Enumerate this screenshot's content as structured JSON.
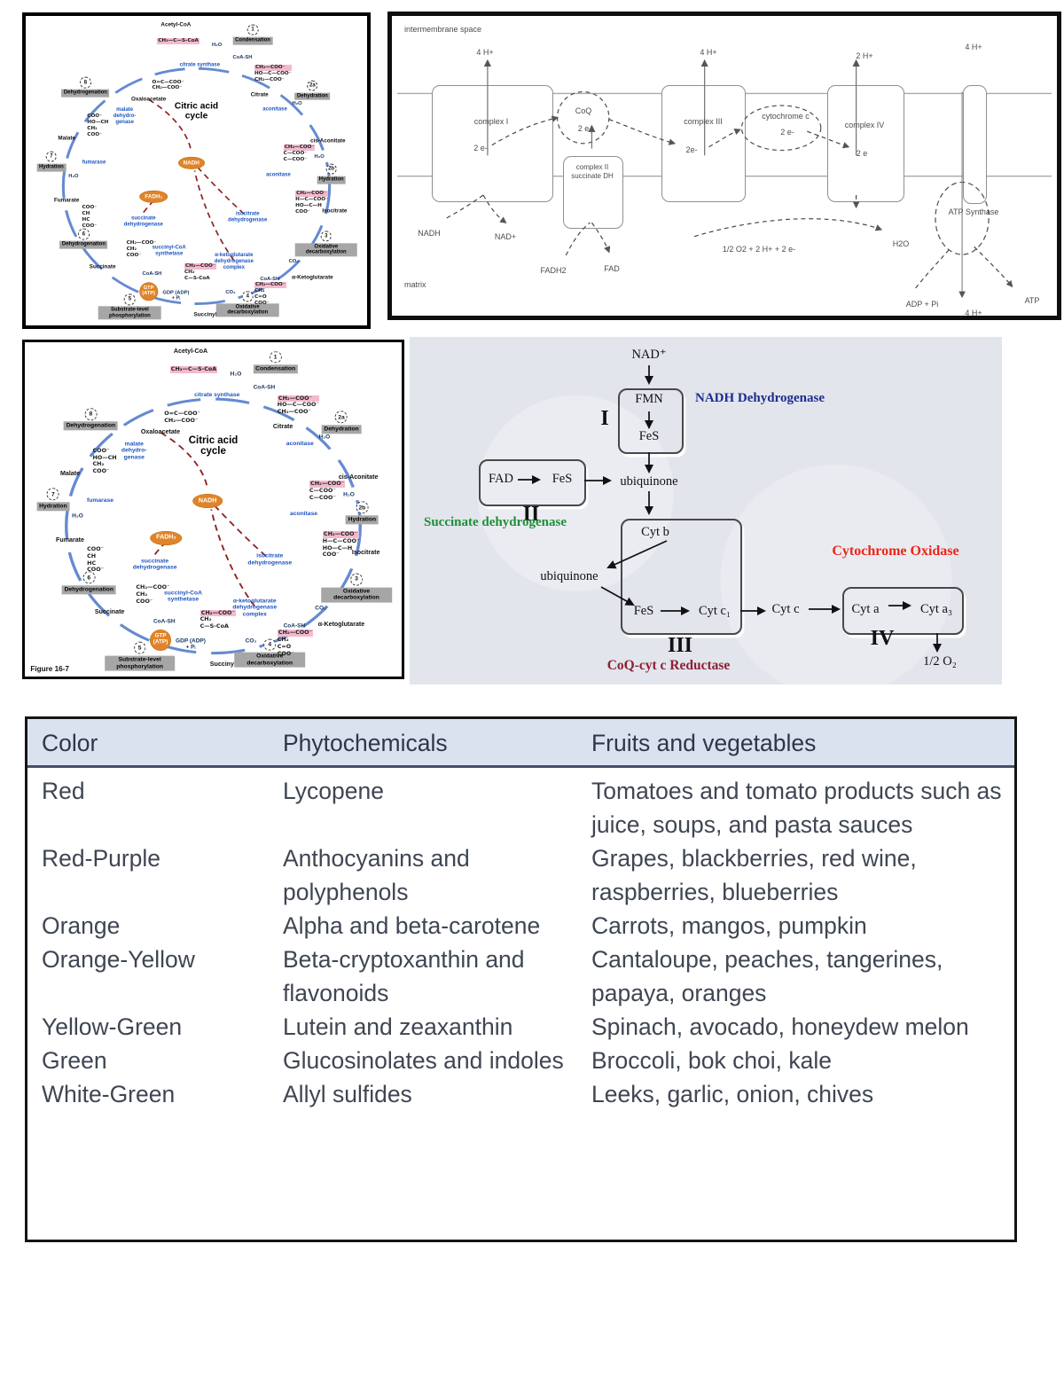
{
  "cycle": {
    "title": "Citric acid cycle",
    "figure_caption": "Figure 16-7",
    "metabolites": {
      "acetyl_coa": "Acetyl-CoA",
      "oxaloacetate": "Oxaloacetate",
      "citrate": "Citrate",
      "cis_aconitate": "cis-Aconitate",
      "isocitrate": "Isocitrate",
      "alpha_ketoglutarate": "α-Ketoglutarate",
      "succinyl_coa": "Succinyl CoA",
      "succinate": "Succinate",
      "fumarate": "Fumarate",
      "malate": "Malate"
    },
    "steps": [
      {
        "num": "1",
        "label": "Condensation"
      },
      {
        "num": "2a",
        "label": "Dehydration"
      },
      {
        "num": "2b",
        "label": "Hydration"
      },
      {
        "num": "3",
        "label": "Oxidative decarboxylation"
      },
      {
        "num": "4",
        "label": "Oxidative decarboxylation"
      },
      {
        "num": "5",
        "label": "Substrate-level phosphorylation"
      },
      {
        "num": "6",
        "label": "Dehydrogenation"
      },
      {
        "num": "7",
        "label": "Hydration"
      },
      {
        "num": "8",
        "label": "Dehydrogenation"
      }
    ],
    "enzymes": [
      "citrate synthase",
      "aconitase",
      "aconitase",
      "isocitrate dehydrogenase",
      "α-ketoglutarate dehydrogenase complex",
      "succinyl-CoA synthetase",
      "succinate dehydrogenase",
      "fumarase",
      "malate dehydro- genase"
    ],
    "cofactors": {
      "nadh": "NADH",
      "fadh2": "FADH₂",
      "gtp_atp": "GTP (ATP)"
    },
    "smalls": [
      "H₂O",
      "CoA-SH",
      "H₂O",
      "H₂O",
      "CO₂",
      "CoA-SH",
      "CO₂",
      "CoA-SH",
      "GDP (ADP) + Pᵢ",
      "H₂O"
    ],
    "structures": {
      "acetyl": {
        "lines": [
          "CH₃—C—S-CoA"
        ],
        "pink": [
          0
        ]
      },
      "oxaloacetate": {
        "lines": [
          "O=C—COO⁻",
          "CH₂—COO⁻"
        ],
        "pink": []
      },
      "citrate": {
        "lines": [
          "CH₂—COO⁻",
          "HO—C—COO⁻",
          "CH₂—COO⁻"
        ],
        "pink": [
          0
        ]
      },
      "cis_aconitate": {
        "lines": [
          "CH₂—COO⁻",
          "C—COO⁻",
          "C—COO⁻"
        ],
        "pink": [
          0
        ]
      },
      "isocitrate": {
        "lines": [
          "CH₂—COO⁻",
          "H—C—COO⁻",
          "HO—C—H",
          "COO⁻"
        ],
        "pink": [
          0
        ]
      },
      "akg": {
        "lines": [
          "CH₂—COO⁻",
          "CH₂",
          "C=O",
          "COO⁻"
        ],
        "pink": [
          0
        ]
      },
      "succinyl": {
        "lines": [
          "CH₂—COO⁻",
          "CH₂",
          "C—S-CoA"
        ],
        "pink": [
          0
        ]
      },
      "succinate_s": {
        "lines": [
          "CH₂—COO⁻",
          "CH₂",
          "COO⁻"
        ],
        "pink": []
      },
      "fumarate_s": {
        "lines": [
          "COO⁻",
          "CH",
          "HC",
          "COO⁻"
        ],
        "pink": []
      },
      "malate_s": {
        "lines": [
          "COO⁻",
          "HO—CH",
          "CH₂",
          "COO⁻"
        ],
        "pink": []
      }
    }
  },
  "etc": {
    "region_top": "intermembrane space",
    "region_bottom": "matrix",
    "complexes": [
      "complex I",
      "complex II succinate DH",
      "complex III",
      "complex IV"
    ],
    "coq": "CoQ",
    "cyt_c": "cytochrome c",
    "atp_synthase": "ATP Synthase",
    "protons": [
      "4 H+",
      "4 H+",
      "2 H+",
      "4 H+",
      "4 H+"
    ],
    "electrons": [
      "2 e-",
      "2 e",
      "2e-",
      "2 e-",
      "2 e"
    ],
    "nadh": "NADH",
    "nad": "NAD+",
    "fadh2": "FADH2",
    "fad": "FAD",
    "o2_in": "1/2 O2 + 2 H+ + 2 e-",
    "h2o": "H2O",
    "adp": "ADP + Pi",
    "atp": "ATP"
  },
  "flow": {
    "nad": "NAD⁺",
    "fmn": "FMN",
    "fes1": "FeS",
    "roman_i": "I",
    "complex_i_label": "NADH Dehydrogenase",
    "fad": "FAD",
    "fes2": "FeS",
    "roman_ii": "II",
    "complex_ii_label": "Succinate dehydrogenase",
    "ubiquinone1": "ubiquinone",
    "cyt_b": "Cyt b",
    "ubiquinone2": "ubiquinone",
    "fes3": "FeS",
    "cyt_c1": "Cyt c₁",
    "roman_iii": "III",
    "complex_iii_label": "CoQ-cyt c Reductase",
    "cyt_c": "Cyt c",
    "cyt_a": "Cyt a",
    "cyt_a3": "Cyt a₃",
    "roman_iv": "IV",
    "complex_iv_label": "Cytochrome Oxidase",
    "o2": "1/2 O₂"
  },
  "table": {
    "headers": [
      "Color",
      "Phytochemicals",
      "Fruits and vegetables"
    ],
    "rows": [
      {
        "color": "Red",
        "phyto": "Lycopene",
        "fruits": "Tomatoes and tomato products such as juice, soups, and pasta sauces"
      },
      {
        "color": "Red-Purple",
        "phyto": "Anthocyanins and polyphenols",
        "fruits": "Grapes, blackberries, red wine, raspberries, blueberries"
      },
      {
        "color": "Orange",
        "phyto": "Alpha and beta-carotene",
        "fruits": "Carrots, mangos, pumpkin"
      },
      {
        "color": "Orange-Yellow",
        "phyto": "Beta-cryptoxanthin and flavonoids",
        "fruits": "Cantaloupe, peaches, tangerines, papaya, oranges"
      },
      {
        "color": "Yellow-Green",
        "phyto": "Lutein and zeaxanthin",
        "fruits": "Spinach, avocado, honeydew melon"
      },
      {
        "color": "Green",
        "phyto": "Glucosinolates and indoles",
        "fruits": "Broccoli, bok choi, kale"
      },
      {
        "color": "White-Green",
        "phyto": "Allyl sulfides",
        "fruits": "Leeks, garlic, onion, chives"
      }
    ]
  },
  "colors": {
    "pink_highlight": "#f3b9cd",
    "step_box_gray": "#a6a6a6",
    "cofactor_orange": "#e08427",
    "enzyme_blue": "#1d55c0",
    "ring_blue": "#4a76c9",
    "nadh_line_red": "#8e2323",
    "flow_panel_bg": "#e2e5ec",
    "table_header_bg": "#dbe2ef",
    "table_text": "#3f4653",
    "nadh_dehydrogenase_navy": "#1c2d8f",
    "succinate_dehydrogenase_green": "#1e8f35",
    "cytochrome_oxidase_red": "#f02418",
    "coq_reductase_dark_red": "#8f1f35"
  }
}
